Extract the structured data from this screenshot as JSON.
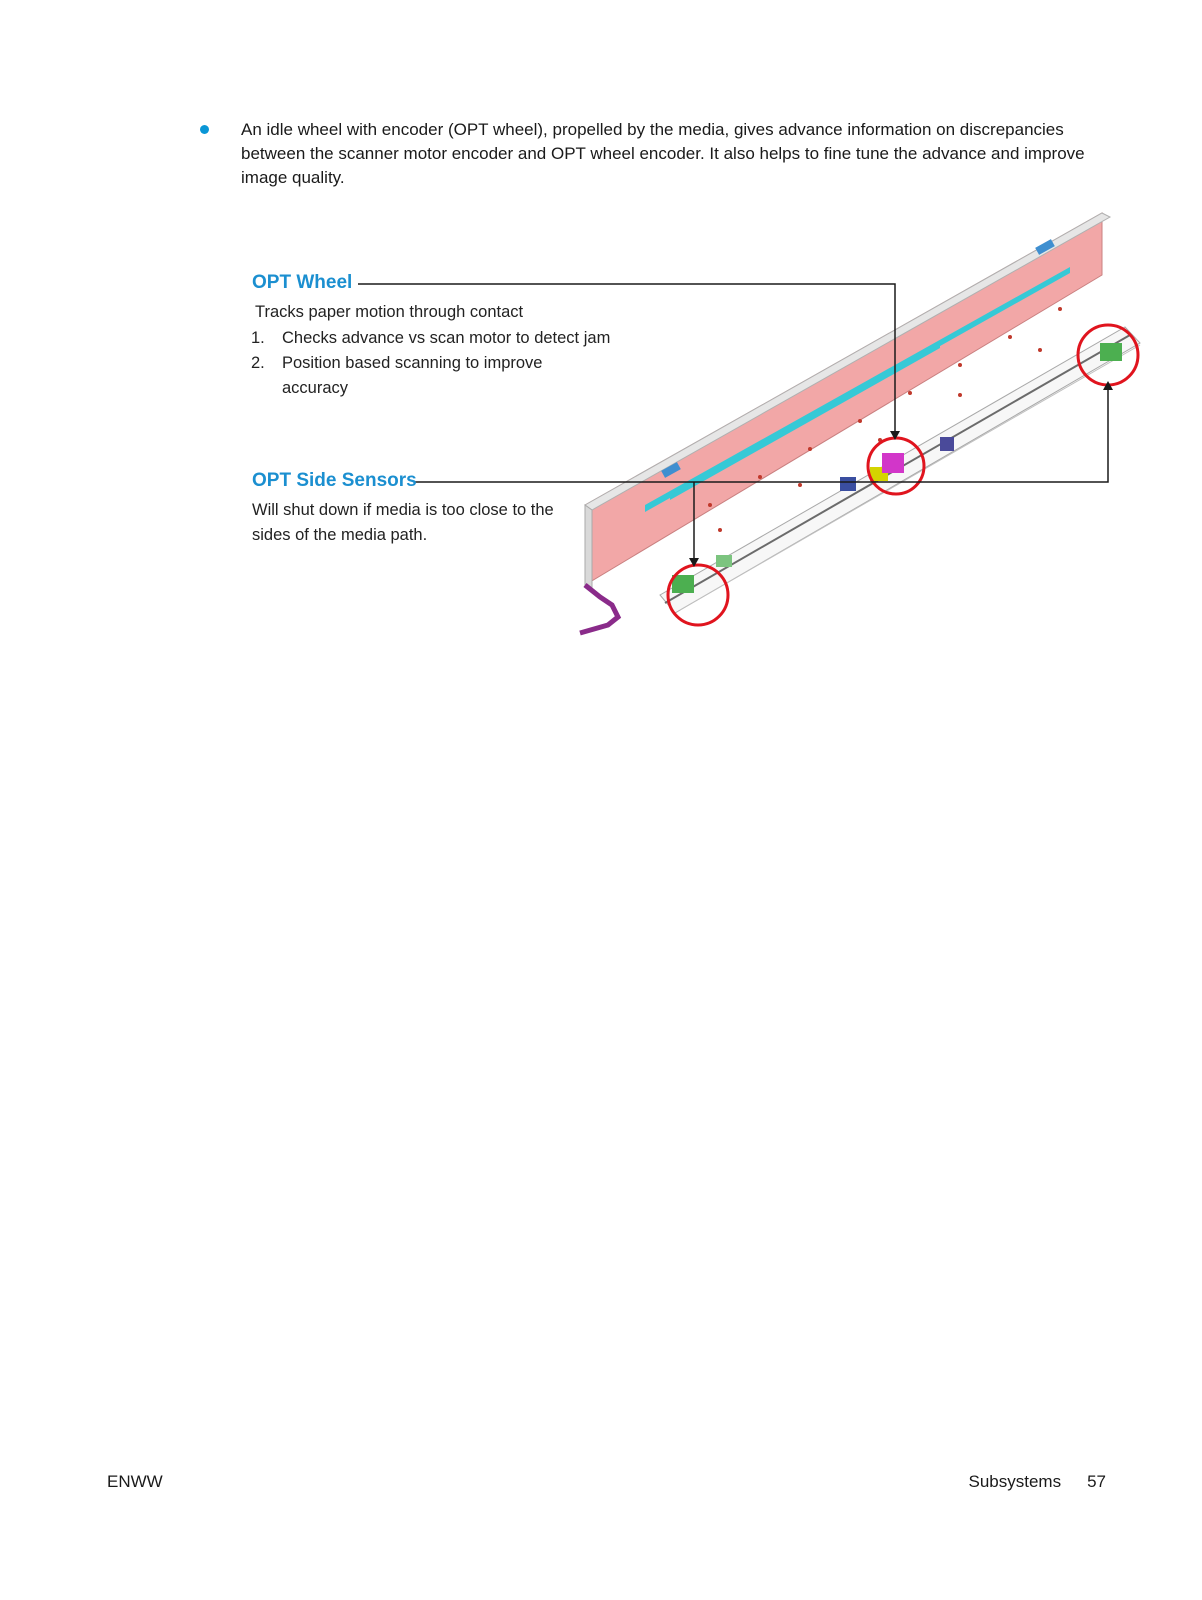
{
  "bullet": {
    "text": "An idle wheel with encoder (OPT wheel), propelled by the media, gives advance information on discrepancies between the scanner motor encoder and OPT wheel encoder. It also helps to fine tune the advance and improve image quality."
  },
  "figure": {
    "opt_wheel": {
      "title": "OPT Wheel",
      "description": "Tracks paper motion through contact",
      "items": [
        {
          "num": "1.",
          "text": "Checks advance vs scan motor to detect jam"
        },
        {
          "num": "2.",
          "text": "Position based scanning to improve accuracy"
        }
      ]
    },
    "opt_side_sensors": {
      "title": "OPT Side Sensors",
      "description": "Will shut down if media is too close to the sides of the media path."
    },
    "colors": {
      "callout_title": "#1b8fd0",
      "highlight_circle": "#e0141e",
      "scanner_body": "#f2a7a7",
      "scanner_strip": "#36c9d6"
    }
  },
  "footer": {
    "left": "ENWW",
    "section": "Subsystems",
    "page": "57"
  }
}
